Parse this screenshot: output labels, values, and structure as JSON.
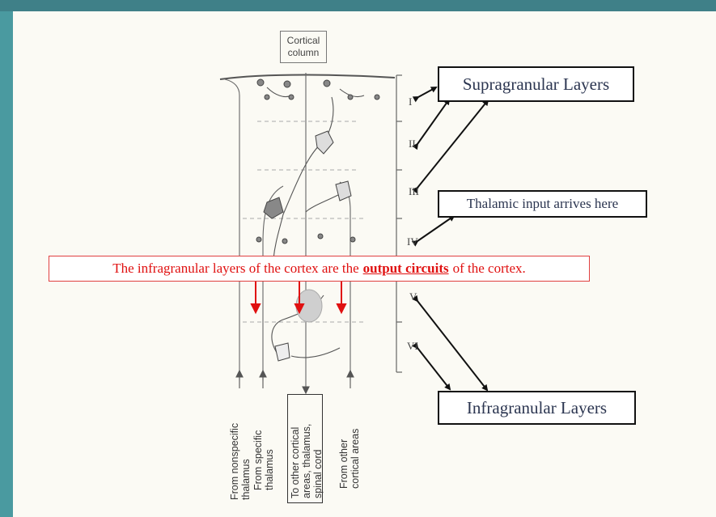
{
  "column_label": [
    "Cortical",
    "column"
  ],
  "layers": [
    "I",
    "II",
    "III",
    "IV",
    "V",
    "VI"
  ],
  "callouts": {
    "supragranular": "Supragranular Layers",
    "thalamic": "Thalamic input arrives here",
    "infragranular": "Infragranular Layers"
  },
  "output_note": {
    "before": "The infragranular layers of the cortex are the",
    "emphasis": "output circuits",
    "after": "of the cortex."
  },
  "bottom_labels": {
    "nonspecific": [
      "From nonspecific",
      "thalamus"
    ],
    "specific": [
      "From specific",
      "thalamus"
    ],
    "destination": [
      "To other cortical",
      "areas, thalamus,",
      "spinal cord"
    ],
    "other": [
      "From other",
      "cortical areas"
    ]
  },
  "colors": {
    "frame": "#4a9aa0",
    "slide": "#fbfaf4",
    "note_red": "#e01010",
    "callout_text": "#2b3550"
  }
}
